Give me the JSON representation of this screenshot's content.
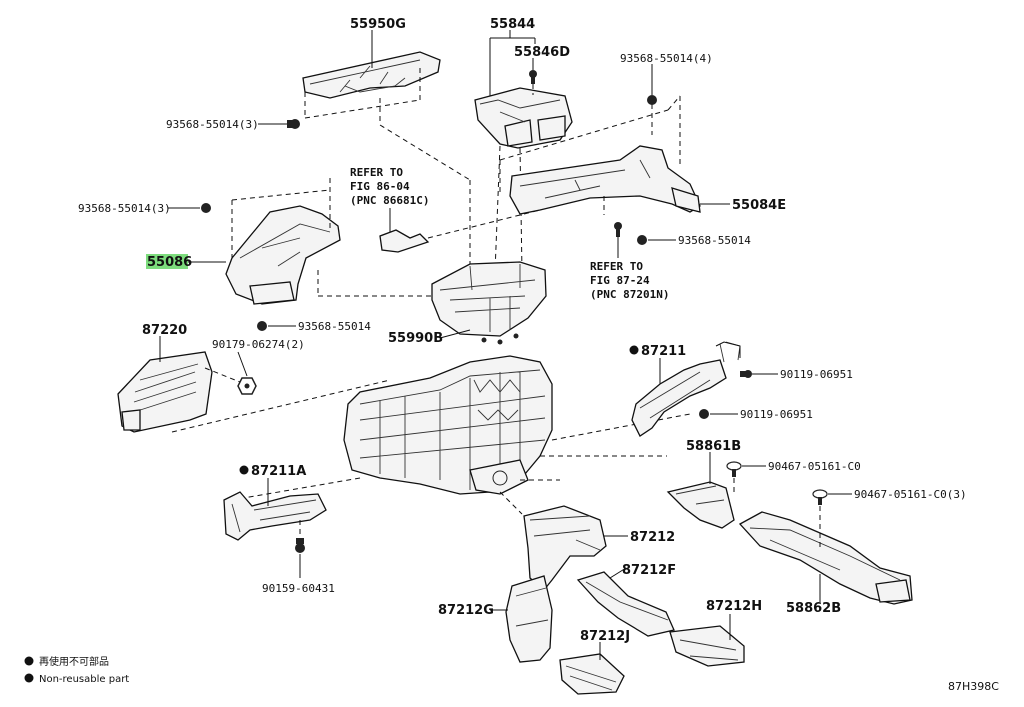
{
  "labels": {
    "p55950G": "55950G",
    "p55844": "55844",
    "p55846D": "55846D",
    "s93568_4": "93568-55014(4)",
    "s93568_3a": "93568-55014(3)",
    "s93568_3b": "93568-55014(3)",
    "ref86": "REFER TO",
    "ref86b": "FIG 86-04",
    "ref86c": "(PNC 86681C)",
    "p55084E": "55084E",
    "s93568_r": "93568-55014",
    "p55086": "55086",
    "ref87": "REFER TO",
    "ref87b": "FIG 87-24",
    "ref87c": "(PNC 87201N)",
    "s93568_b": "93568-55014",
    "p55990B": "55990B",
    "p87220": "87220",
    "s90179": "90179-06274(2)",
    "p87211": "87211",
    "s90119a": "90119-06951",
    "s90119b": "90119-06951",
    "p58861B": "58861B",
    "s90467a": "90467-05161-C0",
    "s90467b": "90467-05161-C0(3)",
    "p87211A": "87211A",
    "p87212": "87212",
    "s90159": "90159-60431",
    "p87212F": "87212F",
    "p87212G": "87212G",
    "p87212H": "87212H",
    "p58862B": "58862B",
    "p87212J": "87212J"
  },
  "legend": {
    "reuse": "再使用不可部品",
    "nonreuse": "Non-reusable part"
  },
  "figure_code": "87H398C",
  "highlight_color": "#7ddc7d"
}
